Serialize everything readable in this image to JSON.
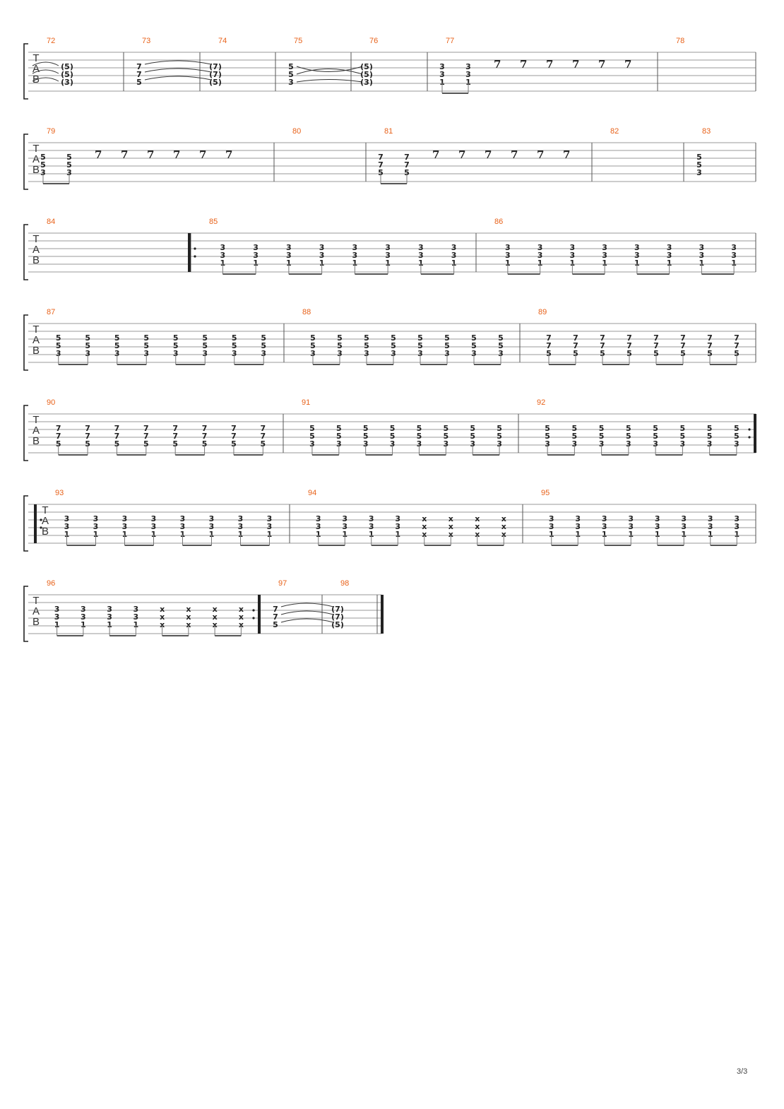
{
  "page": {
    "number": "3/3"
  },
  "clef": [
    "T",
    "A",
    "B"
  ],
  "systems": [
    {
      "measures": [
        {
          "num": "72",
          "chords": [
            [
              "(5)",
              "(5)",
              "(3)"
            ]
          ],
          "tied_in": true
        },
        {
          "num": "73",
          "chords": [
            [
              "7",
              "7",
              "5"
            ]
          ],
          "tie_out": true
        },
        {
          "num": "74",
          "chords": [
            [
              "(7)",
              "(7)",
              "(5)"
            ]
          ]
        },
        {
          "num": "75",
          "chords": [
            [
              "5",
              "5",
              "3"
            ]
          ],
          "cross_tie": true
        },
        {
          "num": "76",
          "chords": [
            [
              "(5)",
              "(5)",
              "(3)"
            ]
          ]
        },
        {
          "num": "77",
          "chords": [
            [
              "3",
              "3",
              "1"
            ],
            [
              "3",
              "3",
              "1"
            ]
          ],
          "rests": 6
        },
        {
          "num": "78",
          "chords": []
        }
      ]
    },
    {
      "measures": [
        {
          "num": "79",
          "chords": [
            [
              "5",
              "5",
              "3"
            ],
            [
              "5",
              "5",
              "3"
            ]
          ],
          "rests": 6
        },
        {
          "num": "80",
          "chords": []
        },
        {
          "num": "81",
          "chords": [
            [
              "7",
              "7",
              "5"
            ],
            [
              "7",
              "7",
              "5"
            ]
          ],
          "rests": 6
        },
        {
          "num": "82",
          "chords": []
        },
        {
          "num": "83",
          "chords": [
            [
              "5",
              "5",
              "3"
            ]
          ]
        }
      ]
    },
    {
      "measures": [
        {
          "num": "84",
          "chords": []
        },
        {
          "num": "85",
          "repeat_start": true,
          "pattern": [
            "3",
            "3",
            "1"
          ],
          "count": 8
        },
        {
          "num": "86",
          "pattern": [
            "3",
            "3",
            "1"
          ],
          "count": 8
        }
      ]
    },
    {
      "measures": [
        {
          "num": "87",
          "pattern": [
            "5",
            "5",
            "3"
          ],
          "count": 8
        },
        {
          "num": "88",
          "pattern": [
            "5",
            "5",
            "3"
          ],
          "count": 8
        },
        {
          "num": "89",
          "pattern": [
            "7",
            "7",
            "5"
          ],
          "count": 8
        }
      ]
    },
    {
      "measures": [
        {
          "num": "90",
          "pattern": [
            "7",
            "7",
            "5"
          ],
          "count": 8
        },
        {
          "num": "91",
          "pattern": [
            "5",
            "5",
            "3"
          ],
          "count": 8
        },
        {
          "num": "92",
          "pattern": [
            "5",
            "5",
            "3"
          ],
          "count": 8,
          "repeat_end": true
        }
      ]
    },
    {
      "measures": [
        {
          "num": "93",
          "repeat_start": true,
          "pattern": [
            "3",
            "3",
            "1"
          ],
          "count": 8
        },
        {
          "num": "94",
          "pattern": [
            "3",
            "3",
            "1"
          ],
          "count": 4,
          "muted": [
            "x",
            "x",
            "x"
          ],
          "muted_count": 4
        },
        {
          "num": "95",
          "pattern": [
            "3",
            "3",
            "1"
          ],
          "count": 8
        }
      ]
    },
    {
      "measures": [
        {
          "num": "96",
          "pattern": [
            "3",
            "3",
            "1"
          ],
          "count": 4,
          "muted": [
            "x",
            "x",
            "x"
          ],
          "muted_count": 4,
          "repeat_end": true
        },
        {
          "num": "97",
          "chords": [
            [
              "7",
              "7",
              "5"
            ]
          ],
          "tie_out": true
        },
        {
          "num": "98",
          "chords": [
            [
              "(7)",
              "(7)",
              "(5)"
            ]
          ],
          "final": true
        }
      ]
    }
  ]
}
